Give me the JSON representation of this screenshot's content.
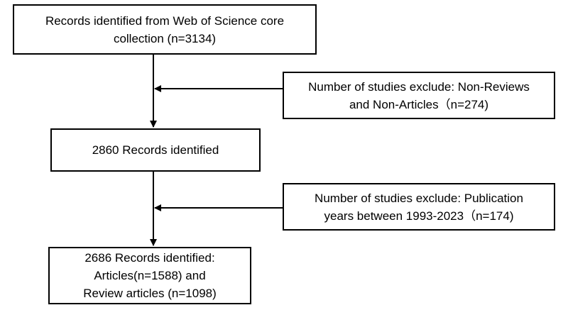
{
  "flow": {
    "identified": {
      "lines": [
        "Records identified from Web of Science core",
        "collection (n=3134)"
      ]
    },
    "exclude_type": {
      "lines": [
        "Number of studies exclude: Non-Reviews",
        "and Non-Articles（n=274)"
      ]
    },
    "identified_2": {
      "lines": [
        "2860 Records identified"
      ]
    },
    "exclude_years": {
      "lines": [
        "Number of studies exclude: Publication",
        "years between 1993-2023（n=174)"
      ]
    },
    "final": {
      "lines": [
        "2686 Records identified:",
        "Articles(n=1588) and",
        "Review articles (n=1098)"
      ]
    }
  },
  "colors": {
    "stroke": "#000000",
    "background": "#ffffff"
  }
}
